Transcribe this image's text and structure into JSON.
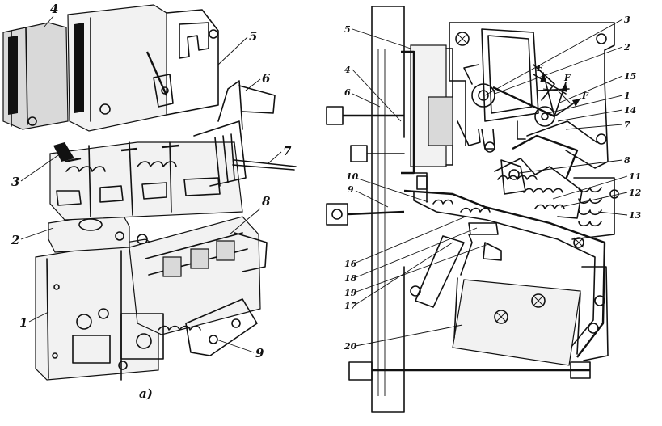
{
  "left_view": {
    "labels": [
      "1",
      "2",
      "3",
      "4",
      "5",
      "6",
      "7",
      "8",
      "9"
    ],
    "caption": "а)"
  },
  "right_view": {
    "labels": [
      "1",
      "2",
      "3",
      "4",
      "5",
      "6",
      "7",
      "8",
      "9",
      "10",
      "11",
      "12",
      "13",
      "14",
      "15",
      "16",
      "17",
      "18",
      "19",
      "20"
    ],
    "force_labels": [
      "F",
      "F",
      "F"
    ]
  }
}
